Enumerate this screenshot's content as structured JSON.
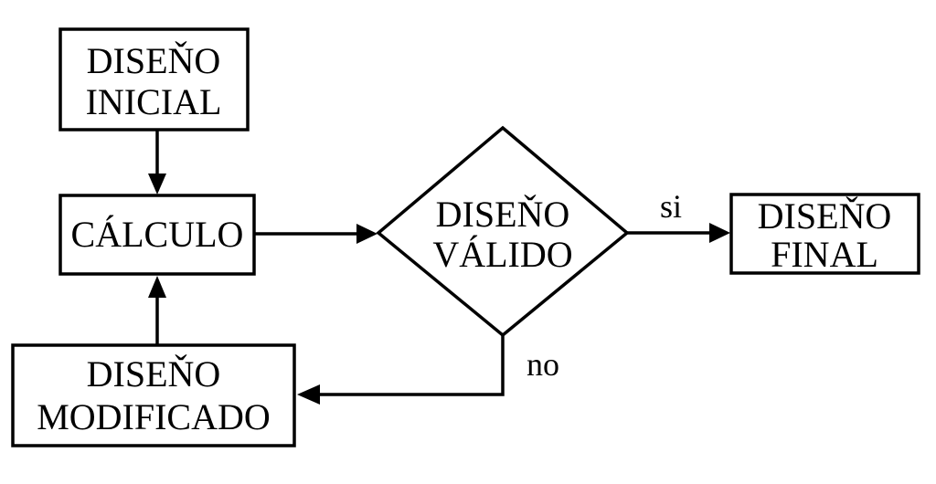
{
  "nodes": {
    "diseno_inicial": {
      "line1": "DISEŇO",
      "line2": "INICIAL"
    },
    "calculo": {
      "label": "CÁLCULO"
    },
    "diseno_valido": {
      "line1": "DISEŇO",
      "line2": "VÁLIDO"
    },
    "diseno_final": {
      "line1": "DISEŇO",
      "line2": "FINAL"
    },
    "diseno_modificado": {
      "line1": "DISEŇO",
      "line2": "MODIFICADO"
    }
  },
  "edges": {
    "yes_label": "si",
    "no_label": "no"
  },
  "colors": {
    "stroke": "#000000",
    "background": "#ffffff"
  }
}
